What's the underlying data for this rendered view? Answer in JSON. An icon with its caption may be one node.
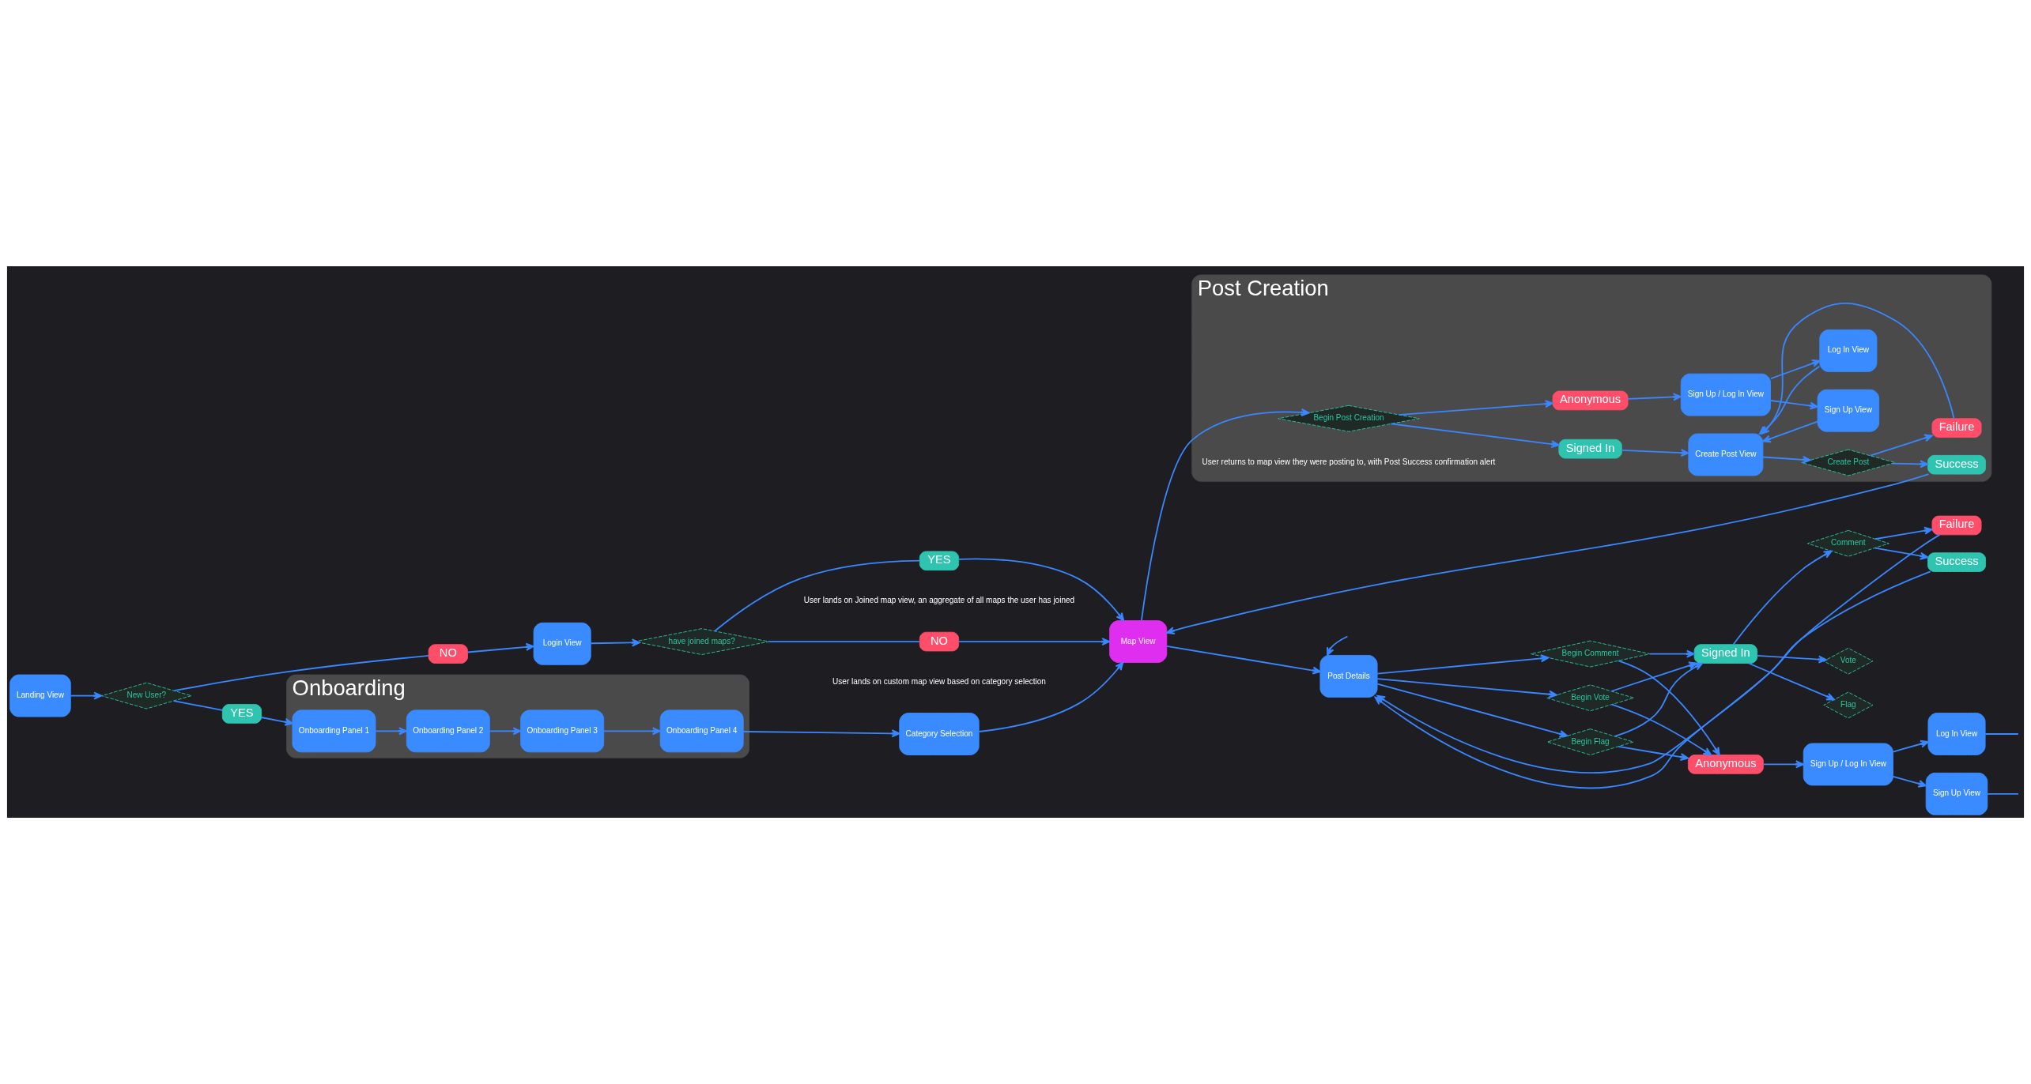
{
  "diagram": {
    "nodes": [
      {
        "text": [
          "Landing View"
        ]
      },
      {
        "text": [
          "New User?"
        ]
      },
      {
        "text": [
          "YES"
        ]
      },
      {
        "text": [
          "NO"
        ]
      },
      {
        "text": [
          "Onboarding"
        ]
      },
      {
        "text": [
          "Onboarding Panel 1"
        ],
        "in": 4
      },
      {
        "text": [
          "Onboarding Panel 2"
        ],
        "in": 4
      },
      {
        "text": [
          "Onboarding Panel 3"
        ],
        "in": 4
      },
      {
        "text": [
          "Onboarding Panel 4"
        ],
        "in": 4
      },
      {
        "text": [
          "Category Selection"
        ]
      },
      {
        "text": [
          "Login View"
        ]
      },
      {
        "text": [
          "have joined maps?"
        ]
      },
      {
        "text": [
          "YES"
        ],
        "beside": [
          "User lands on Joined map view, an aggregate of all maps the user has joined"
        ]
      },
      {
        "text": [
          "NO"
        ],
        "beside": [
          "User lands on custom map view based on category selection"
        ]
      },
      {
        "text": [
          "Map View"
        ]
      },
      {
        "text": [
          "Post Creation"
        ]
      },
      {
        "text": [
          "Begin Post Creation"
        ],
        "in": 15
      },
      {
        "text": [
          "Signed In"
        ],
        "in": 15
      },
      {
        "text": [
          "Anonymous"
        ],
        "in": 15
      },
      {
        "text": [
          "Create Post View"
        ],
        "in": 15
      },
      {
        "text": [
          "Sign Up / Log In View"
        ],
        "in": 15
      },
      {
        "text": [
          "Sign Up View"
        ],
        "in": 15
      },
      {
        "text": [
          "Log In View"
        ],
        "in": 15
      },
      {
        "text": [
          "Create Post"
        ],
        "in": 15
      },
      {
        "text": [
          "Success"
        ],
        "in": 15
      },
      {
        "text": [
          "Failure"
        ],
        "in": 15
      },
      {
        "text": [
          "Post Details"
        ]
      },
      {
        "text": [
          "Begin Comment"
        ]
      },
      {
        "text": [
          "Begin Vote"
        ]
      },
      {
        "text": [
          "Begin Flag"
        ]
      },
      {
        "text": [
          "Signed In"
        ]
      },
      {
        "text": [
          "Anonymous"
        ]
      },
      {
        "text": [
          "Comment"
        ]
      },
      {
        "text": [
          "Vote"
        ]
      },
      {
        "text": [
          "Flag"
        ]
      },
      {
        "text": [
          "Success"
        ]
      },
      {
        "text": [
          "Failure"
        ]
      },
      {
        "text": [
          "Sign Up / Log In View"
        ]
      },
      {
        "text": [
          "Sign Up View"
        ]
      },
      {
        "text": [
          "Log In View"
        ]
      }
    ],
    "edges": [
      {
        "from": 0,
        "to": 1,
        "arrow": "to"
      },
      {
        "from": 1,
        "to": 2,
        "arrow": "none"
      },
      {
        "from": 1,
        "to": 3,
        "arrow": "none"
      },
      {
        "from": 2,
        "to": 5,
        "arrow": "to"
      },
      {
        "from": 5,
        "to": 6,
        "arrow": "to"
      },
      {
        "from": 6,
        "to": 7,
        "arrow": "to"
      },
      {
        "from": 7,
        "to": 8,
        "arrow": "to"
      },
      {
        "from": 8,
        "to": 9,
        "arrow": "to"
      },
      {
        "from": 9,
        "to": 14,
        "arrow": "to"
      },
      {
        "from": 3,
        "to": 10,
        "arrow": "to"
      },
      {
        "from": 10,
        "to": 11,
        "arrow": "to"
      },
      {
        "from": 11,
        "to": 12,
        "arrow": "none"
      },
      {
        "from": 11,
        "to": 13,
        "arrow": "none"
      },
      {
        "from": 12,
        "to": 14,
        "arrow": "to"
      },
      {
        "from": 13,
        "to": 14,
        "arrow": "to"
      },
      {
        "from": 14,
        "to": 16,
        "arrow": "to"
      },
      {
        "from": 16,
        "to": 17,
        "arrow": "to"
      },
      {
        "from": 16,
        "to": 18,
        "arrow": "to"
      },
      {
        "from": 17,
        "to": 19,
        "arrow": "to"
      },
      {
        "from": 18,
        "to": 20,
        "arrow": "to"
      },
      {
        "from": 20,
        "to": 21,
        "arrow": "to"
      },
      {
        "from": 20,
        "to": 22,
        "arrow": "to"
      },
      {
        "from": 21,
        "to": 19,
        "arrow": "to"
      },
      {
        "from": 22,
        "to": 19,
        "arrow": "to"
      },
      {
        "from": 19,
        "to": 23,
        "arrow": "to"
      },
      {
        "from": 23,
        "to": 24,
        "arrow": "to"
      },
      {
        "from": 23,
        "to": 25,
        "arrow": "to"
      },
      {
        "from": 25,
        "to": 19,
        "arrow": "to"
      },
      {
        "from": 24,
        "to": 14,
        "arrow": "to"
      },
      {
        "from": 14,
        "to": 26,
        "arrow": "to"
      },
      {
        "from": null,
        "to": 26,
        "arrow": "to"
      },
      {
        "from": 26,
        "to": 27,
        "arrow": "to"
      },
      {
        "from": 26,
        "to": 28,
        "arrow": "to"
      },
      {
        "from": 26,
        "to": 29,
        "arrow": "to"
      },
      {
        "from": 27,
        "to": 30,
        "arrow": "to"
      },
      {
        "from": 28,
        "to": 30,
        "arrow": "to"
      },
      {
        "from": 29,
        "to": 30,
        "arrow": "to"
      },
      {
        "from": 27,
        "to": 31,
        "arrow": "to"
      },
      {
        "from": 28,
        "to": 31,
        "arrow": "to"
      },
      {
        "from": 29,
        "to": 31,
        "arrow": "to"
      },
      {
        "from": 30,
        "to": 32,
        "arrow": "to"
      },
      {
        "from": 30,
        "to": 33,
        "arrow": "to"
      },
      {
        "from": 30,
        "to": 34,
        "arrow": "to"
      },
      {
        "from": 32,
        "to": 35,
        "arrow": "to"
      },
      {
        "from": 32,
        "to": 36,
        "arrow": "to"
      },
      {
        "from": 35,
        "to": 26,
        "arrow": "to"
      },
      {
        "from": 36,
        "to": 26,
        "arrow": "to"
      },
      {
        "from": 31,
        "to": 37,
        "arrow": "to"
      },
      {
        "from": 37,
        "to": 38,
        "arrow": "to"
      },
      {
        "from": 37,
        "to": 39,
        "arrow": "to"
      },
      {
        "from": 38,
        "to": null,
        "arrow": "none"
      },
      {
        "from": 39,
        "to": null,
        "arrow": "none"
      }
    ],
    "labels": [
      "User returns to map view they were posting to, with Post Success confirmation alert"
    ]
  }
}
